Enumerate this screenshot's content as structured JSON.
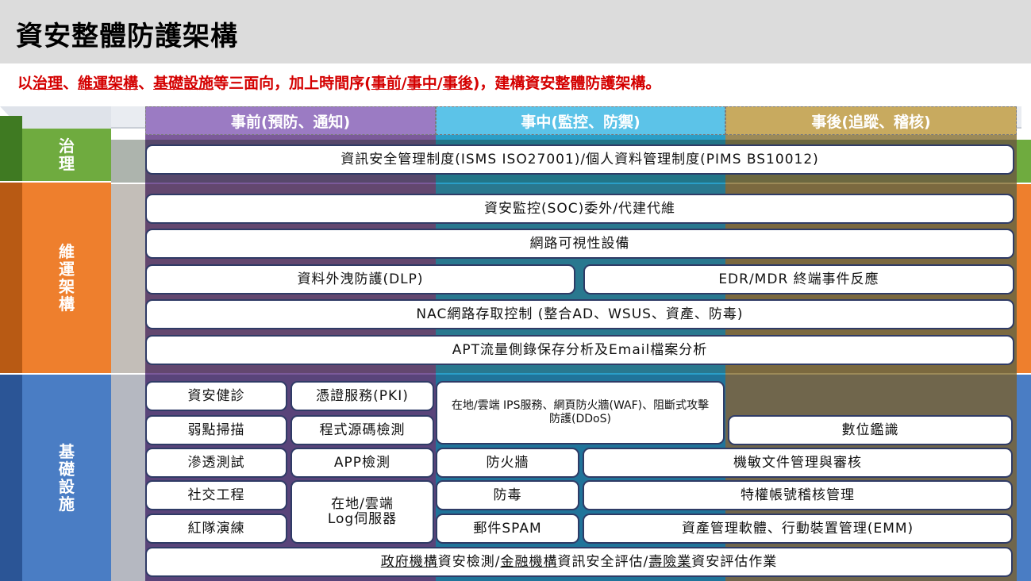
{
  "title": "資安整體防護架構",
  "subtitle": {
    "p1": "以",
    "u1": "治理",
    "p2": "、",
    "u2": "維運架構",
    "p3": "、",
    "u3": "基礎設施",
    "p4": "等三面向，加上時間序(",
    "u4": "事前",
    "p5": "/",
    "u5": "事中",
    "p6": "/",
    "u6": "事後",
    "p7": ")，建構資安整體防護架構。"
  },
  "phases": {
    "pre": "事前(預防、通知)",
    "mid": "事中(監控、防禦)",
    "post": "事後(追蹤、稽核)"
  },
  "categories": {
    "governance": "治理",
    "operations": "維運架構",
    "infrastructure": "基礎設施"
  },
  "governance": {
    "isms": "資訊安全管理制度(ISMS ISO27001)/個人資料管理制度(PIMS BS10012)"
  },
  "operations": {
    "soc": "資安監控(SOC)委外/代建代維",
    "visibility": "網路可視性設備",
    "dlp": "資料外洩防護(DLP)",
    "edr": "EDR/MDR 終端事件反應",
    "nac": "NAC網路存取控制 (整合AD、WSUS、資產、防毒)",
    "apt": "APT流量側錄保存分析及Email檔案分析"
  },
  "infrastructure": {
    "health_check": "資安健診",
    "pki": "憑證服務(PKI)",
    "ips_waf_ddos": "在地/雲端 IPS服務、網頁防火牆(WAF)、阻斷式攻擊防護(DDoS)",
    "vuln_scan": "弱點掃描",
    "code_review": "程式源碼檢測",
    "forensics": "數位鑑識",
    "pentest": "滲透測試",
    "app_test": "APP檢測",
    "firewall": "防火牆",
    "doc_mgmt": "機敏文件管理與審核",
    "social_eng": "社交工程",
    "log_server": "在地/雲端 Log伺服器",
    "antivirus": "防毒",
    "pam": "特權帳號稽核管理",
    "red_team": "紅隊演練",
    "spam": "郵件SPAM",
    "asset_emm": "資產管理軟體、行動裝置管理(EMM)",
    "assess": {
      "u1": "政府機構",
      "t1": "資安檢測/",
      "u2": "金融機構",
      "t2": "資訊安全評估/",
      "u3": "壽險業",
      "t3": "資安評估作業"
    }
  },
  "colors": {
    "governance": "#6fab3f",
    "operations": "#ee7f2d",
    "infrastructure": "#4a7dc4",
    "phase_pre": "#9b7bc3",
    "phase_mid": "#5cc3e8",
    "phase_post": "#c8aa5f",
    "subtitle": "#d40000"
  }
}
